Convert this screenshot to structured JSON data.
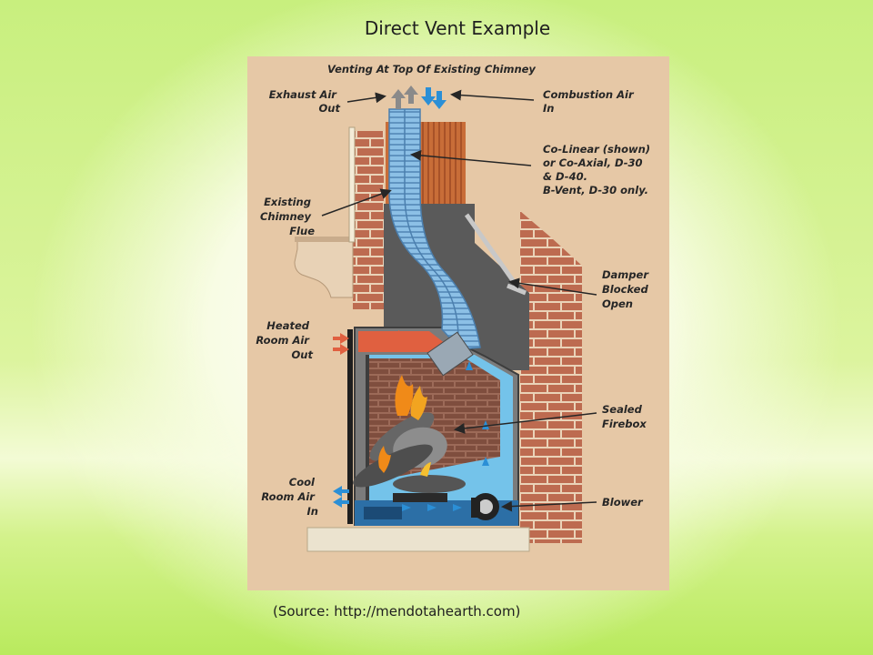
{
  "slide": {
    "title": "Direct Vent Example",
    "source": "(Source: http://mendotahearth.com)"
  },
  "diagram": {
    "heading": "Venting At Top Of Existing Chimney",
    "labels": {
      "exhaust": [
        "Exhaust Air",
        "Out"
      ],
      "combustion": [
        "Combustion Air",
        "In"
      ],
      "colinear": [
        "Co-Linear (shown)",
        "or Co-Axial, D-30",
        "& D-40.",
        "B-Vent, D-30 only."
      ],
      "flue": [
        "Existing",
        "Chimney",
        "Flue"
      ],
      "damper": [
        "Damper",
        "Blocked",
        "Open"
      ],
      "heated": [
        "Heated",
        "Room Air",
        "Out"
      ],
      "firebox": [
        "Sealed",
        "Firebox"
      ],
      "cool": [
        "Cool",
        "Room Air",
        "In"
      ],
      "blower": [
        "Blower"
      ]
    }
  },
  "colors": {
    "figure_bg": "#e6c8a6",
    "brick": "#bd6b50",
    "flue_liner": "#c86d38",
    "smoke_chamber": "#5a5a5a",
    "pipe_blue": "#7fb4de",
    "hot_air": "#e06040",
    "cool_air": "#30a0e0",
    "firebox_water": "#74c3ea"
  }
}
